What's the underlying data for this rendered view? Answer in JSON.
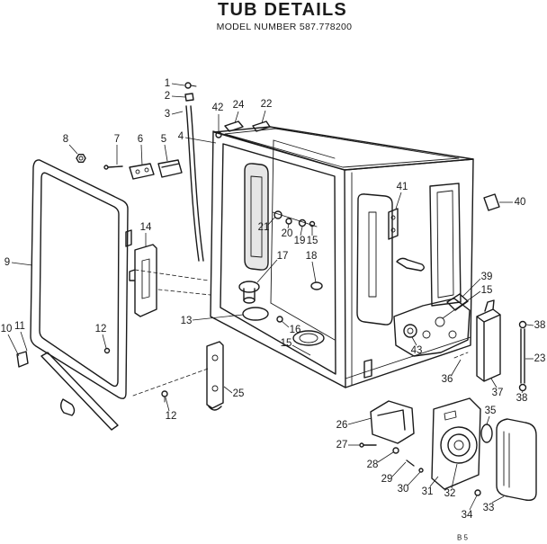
{
  "title": "TUB DETAILS",
  "subtitle": "MODEL NUMBER 587.778200",
  "page_code": "B 5",
  "callouts": [
    "1",
    "2",
    "3",
    "42",
    "24",
    "22",
    "4",
    "5",
    "6",
    "7",
    "8",
    "14",
    "21",
    "20",
    "19",
    "15",
    "17",
    "18",
    "41",
    "40",
    "9",
    "11",
    "10",
    "12",
    "13",
    "16",
    "15",
    "39",
    "15",
    "38",
    "23",
    "38",
    "43",
    "36",
    "37",
    "12",
    "25",
    "26",
    "27",
    "28",
    "29",
    "30",
    "31",
    "32",
    "35",
    "34",
    "33"
  ],
  "colors": {
    "ink": "#1a1a1a",
    "background": "#ffffff"
  }
}
